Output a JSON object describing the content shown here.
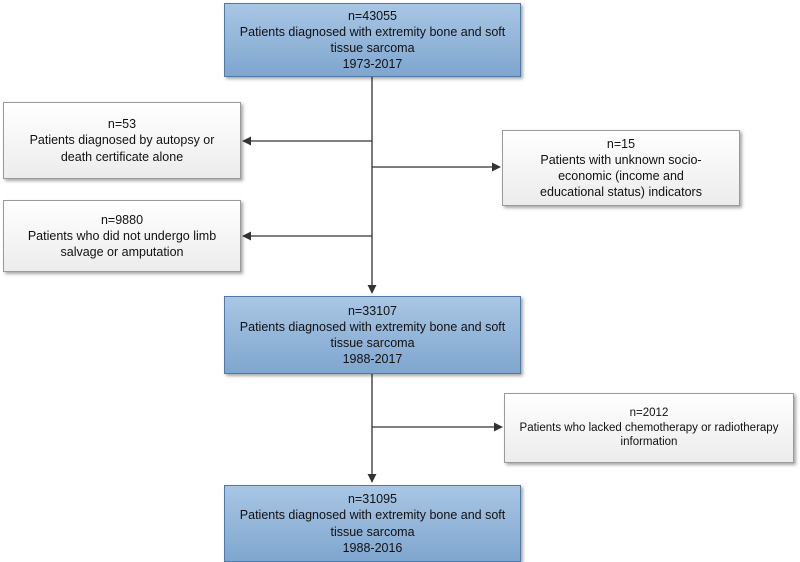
{
  "main_boxes": [
    {
      "n": "n=43055",
      "desc_line1": "Patients diagnosed with extremity bone and soft",
      "desc_line2": "tissue sarcoma",
      "years": "1973-2017"
    },
    {
      "n": "n=33107",
      "desc_line1": "Patients diagnosed with extremity bone and soft",
      "desc_line2": "tissue sarcoma",
      "years": "1988-2017"
    },
    {
      "n": "n=31095",
      "desc_line1": "Patients diagnosed with extremity bone and soft",
      "desc_line2": "tissue sarcoma",
      "years": "1988-2016"
    }
  ],
  "exclusions": [
    {
      "n": "n=53",
      "line1": "Patients diagnosed by autopsy or",
      "line2": "death certificate alone"
    },
    {
      "n": "n=15",
      "line1": "Patients with unknown socio-",
      "line2": "economic (income and",
      "line3": "educational status) indicators"
    },
    {
      "n": "n=9880",
      "line1": "Patients who did not undergo limb",
      "line2": "salvage or amputation"
    },
    {
      "n": "n=2012",
      "line1": "Patients who lacked chemotherapy or radiotherapy",
      "line2": "information"
    }
  ],
  "colors": {
    "main_fill_top": "#a9c6e4",
    "main_fill_bottom": "#7fa6cf",
    "side_fill": "#f5f5f5",
    "connector": "#333333"
  }
}
